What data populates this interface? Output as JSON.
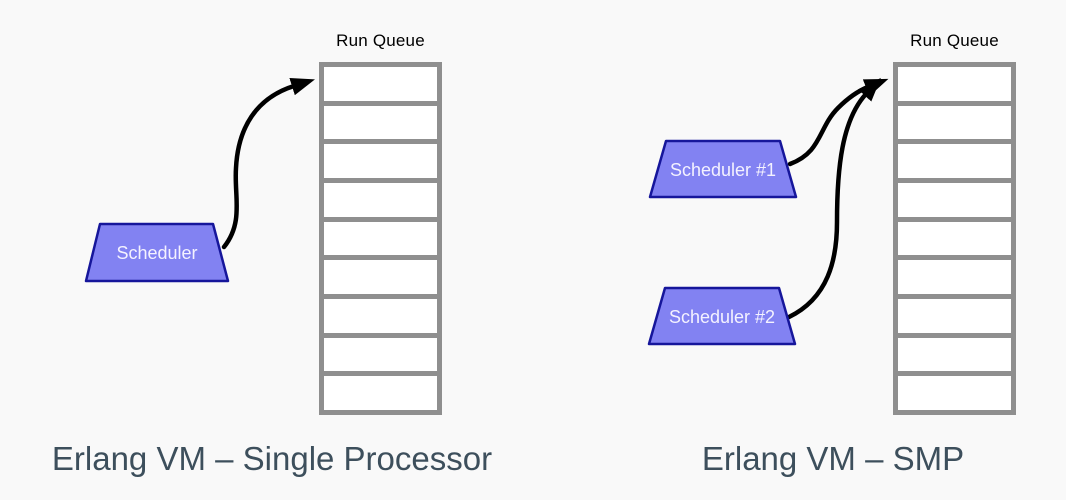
{
  "colors": {
    "page_background": "#f9f9f9",
    "scheduler_fill": "#8282f2",
    "scheduler_border": "#16169b",
    "scheduler_text": "#f4f2ff",
    "queue_border": "#8f8f8f",
    "queue_cell_fill": "#ffffff",
    "arrow": "#000000",
    "queue_label_text": "#000000",
    "caption_text": "#3d4f5c"
  },
  "left_diagram": {
    "queue_label": "Run Queue",
    "slot_count": 9,
    "schedulers": [
      {
        "label": "Scheduler"
      }
    ],
    "caption": "Erlang VM – Single Processor"
  },
  "right_diagram": {
    "queue_label": "Run Queue",
    "slot_count": 9,
    "schedulers": [
      {
        "label": "Scheduler #1"
      },
      {
        "label": "Scheduler #2"
      }
    ],
    "caption": "Erlang VM – SMP"
  }
}
